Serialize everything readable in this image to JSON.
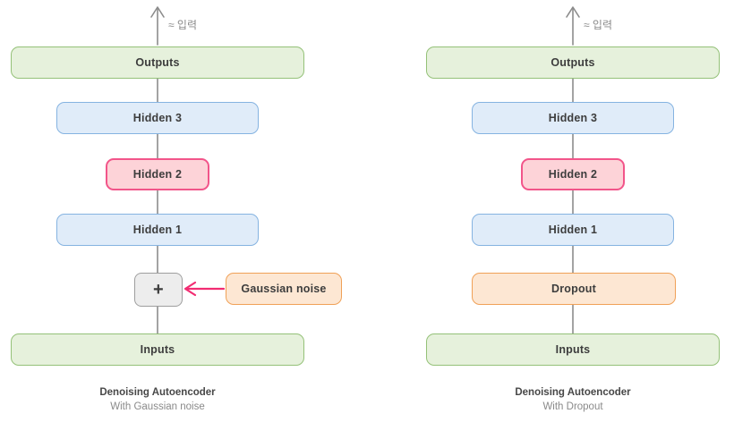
{
  "left_diagram": {
    "top_label": "≈ 입력",
    "layers": {
      "outputs": "Outputs",
      "hidden3": "Hidden 3",
      "hidden2": "Hidden 2",
      "hidden1": "Hidden 1",
      "plus": "+",
      "inputs": "Inputs"
    },
    "noise_label": "Gaussian noise",
    "caption_title": "Denoising Autoencoder",
    "caption_subtitle": "With Gaussian noise"
  },
  "right_diagram": {
    "top_label": "≈ 입력",
    "layers": {
      "outputs": "Outputs",
      "hidden3": "Hidden 3",
      "hidden2": "Hidden 2",
      "hidden1": "Hidden 1",
      "dropout": "Dropout",
      "inputs": "Inputs"
    },
    "caption_title": "Denoising Autoencoder",
    "caption_subtitle": "With Dropout"
  },
  "colors": {
    "green_fill": "#e6f1dc",
    "green_border": "#94c178",
    "blue_fill": "#e0ecf9",
    "blue_border": "#85b3e1",
    "pink_fill": "#fdd3d8",
    "pink_border": "#f2558a",
    "orange_fill": "#fde7d3",
    "orange_border": "#f0a157",
    "gray_fill": "#ededed",
    "gray_border": "#9e9e9e",
    "connector_gray": "#8c8c8c",
    "noise_arrow_pink": "#f22c72",
    "box_text": "#3d3d3d",
    "caption_subtitle_text": "#8a8a8a"
  }
}
